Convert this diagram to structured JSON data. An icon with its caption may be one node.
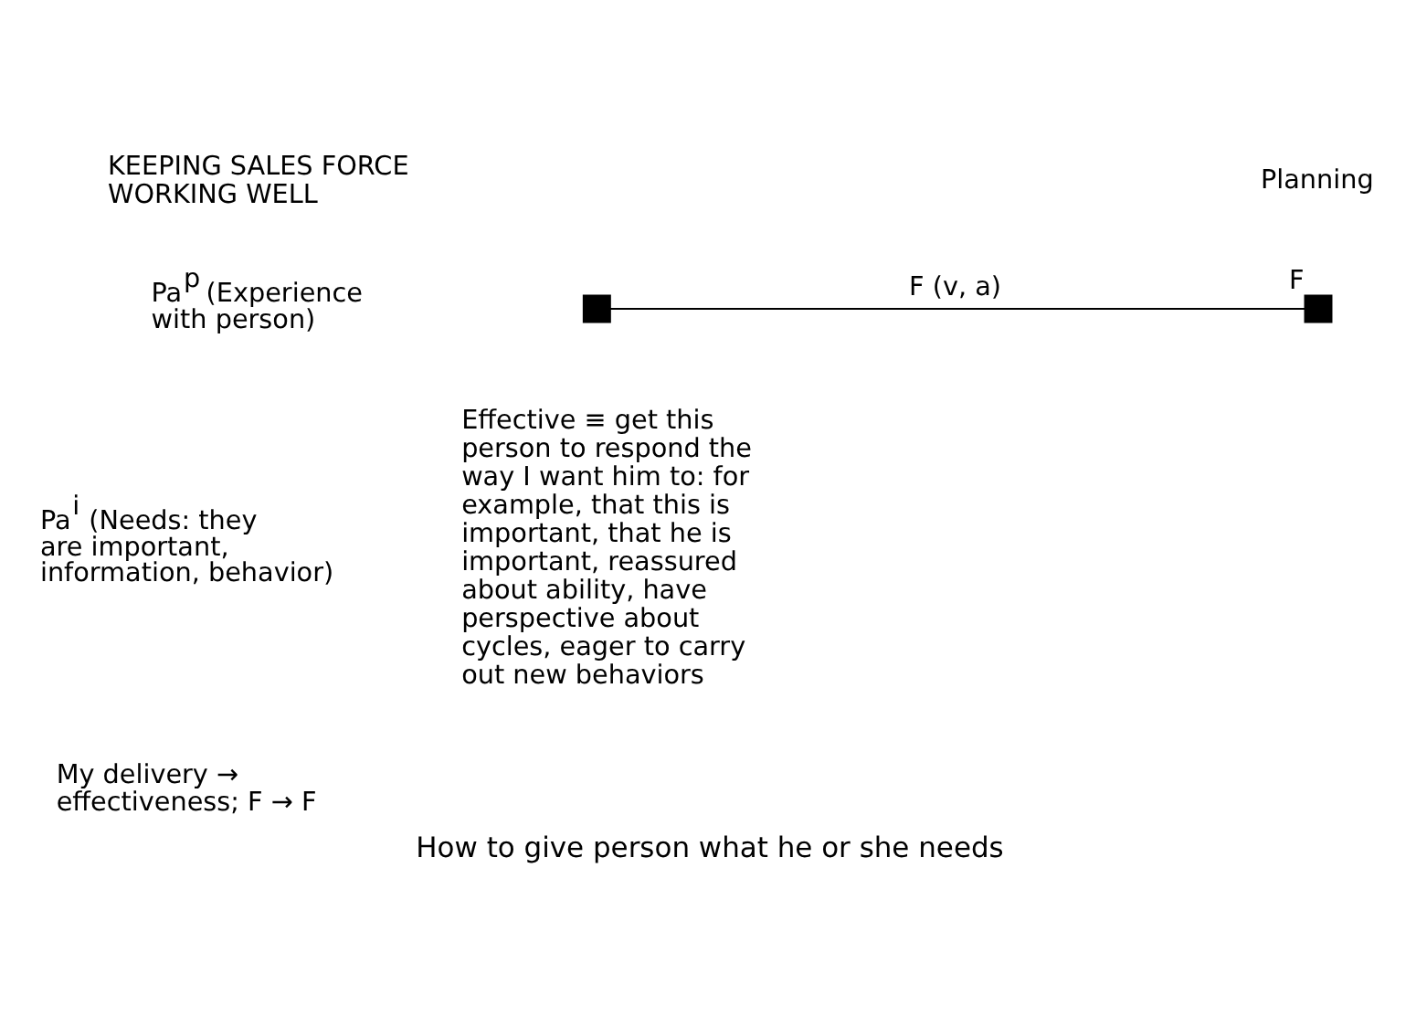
{
  "diagram": {
    "title": "KEEPING SALES FORCE WORKING WELL",
    "caption": "How to give person what he or she needs",
    "nodes": [
      {
        "text": [],
        "shape": "box"
      },
      {
        "text": [],
        "shape": "box",
        "beside": [
          "F"
        ]
      }
    ],
    "edges": [
      {
        "from": 0,
        "to": 1,
        "arrow": "none",
        "label": "F (v, a)"
      }
    ],
    "labels": [
      "Planning",
      "Pa$^{p}$ (Experience with person)",
      "Pa$^{i}$ (Needs: they are important, information, behavior)",
      "Effective ≡ get this person to respond the way I want him to: for example, that this is important, that he is important, reassured about ability, have perspective about cycles, eager to carry out new behaviors",
      "My delivery → effectiveness; F → F"
    ]
  }
}
